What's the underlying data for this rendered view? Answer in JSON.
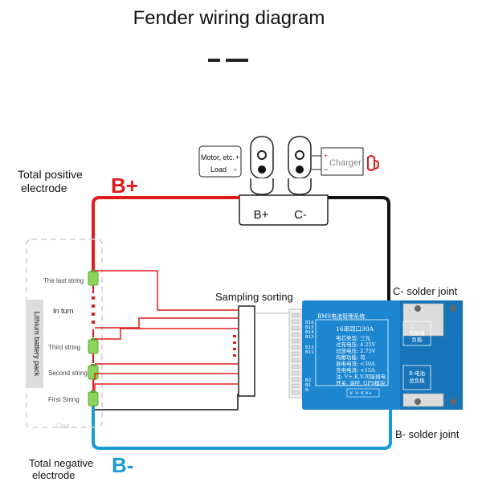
{
  "title": "Fender wiring diagram",
  "labels": {
    "total_positive": [
      "Total positive",
      "electrode"
    ],
    "total_negative": [
      "Total negative",
      "electrode"
    ],
    "b_plus": "B+",
    "b_minus": "B-",
    "terminal_b_plus": "B+",
    "terminal_c_minus": "C-",
    "sampling_sorting": "Sampling sorting",
    "c_minus_joint": "C- solder joint",
    "b_minus_joint": "B- solder joint",
    "motor": "Motor, etc.",
    "load": "Load",
    "charger": "Charger",
    "battery_pack": "Lithium battery pack",
    "plus": "+",
    "minus": "−"
  },
  "strings": {
    "last": "The last string",
    "in_turn": "In turn",
    "third": "Third string",
    "second": "Second string",
    "first": "First String",
    "one": "One"
  },
  "bms": {
    "header": "BMS电池管理系统",
    "model": "16串同口30A",
    "spec_lines": [
      "电芯类型: 三元",
      "过充电压: 4.25V",
      "过放电压: 2.75V",
      "均衡功能: 有",
      "放电电流: <30A",
      "充电电流: <15A",
      "注: V+,K,V-可接弱电",
      "开关, 温控, GPS模块."
    ],
    "pins_top": [
      "B16",
      "B15",
      "B14",
      "B13"
    ],
    "pins_mid": [
      "B12",
      "B11"
    ],
    "pins_bottom": [
      "B2",
      "B1",
      "B-"
    ],
    "bottom_row": "V- V- K V+",
    "c_pad": [
      "C-",
      "充放电",
      "负极"
    ],
    "b_pad": [
      "B-电池",
      "总负极"
    ]
  },
  "colors": {
    "positive": "#e01b1b",
    "negative": "#1a9ad6",
    "board": "#1c86d0",
    "wire": "#111111",
    "cell": "#8dd45a"
  }
}
